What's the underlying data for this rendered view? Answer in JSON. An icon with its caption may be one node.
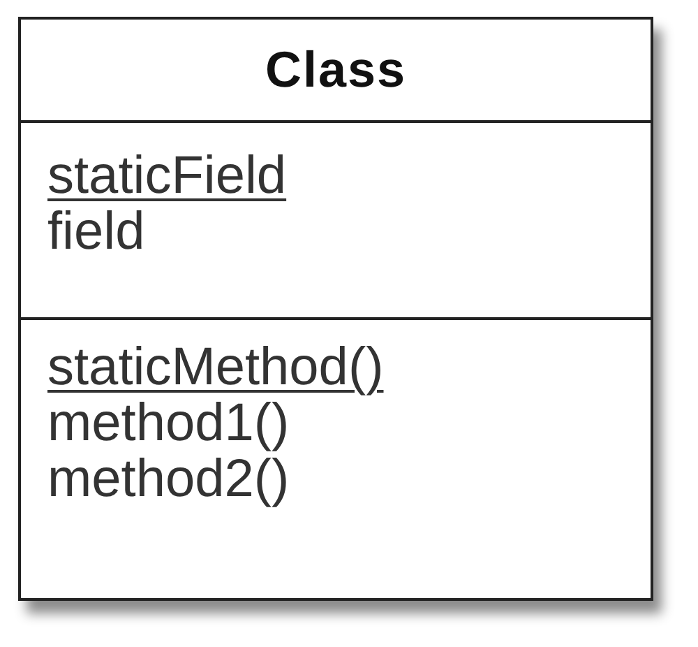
{
  "diagram": {
    "nodes": [
      {
        "text": [
          "Class"
        ]
      },
      {
        "text": [
          "staticField",
          "field"
        ],
        "in": 0
      },
      {
        "text": [
          "staticMethod()",
          "method1()",
          "method2()"
        ],
        "in": 0
      }
    ]
  }
}
